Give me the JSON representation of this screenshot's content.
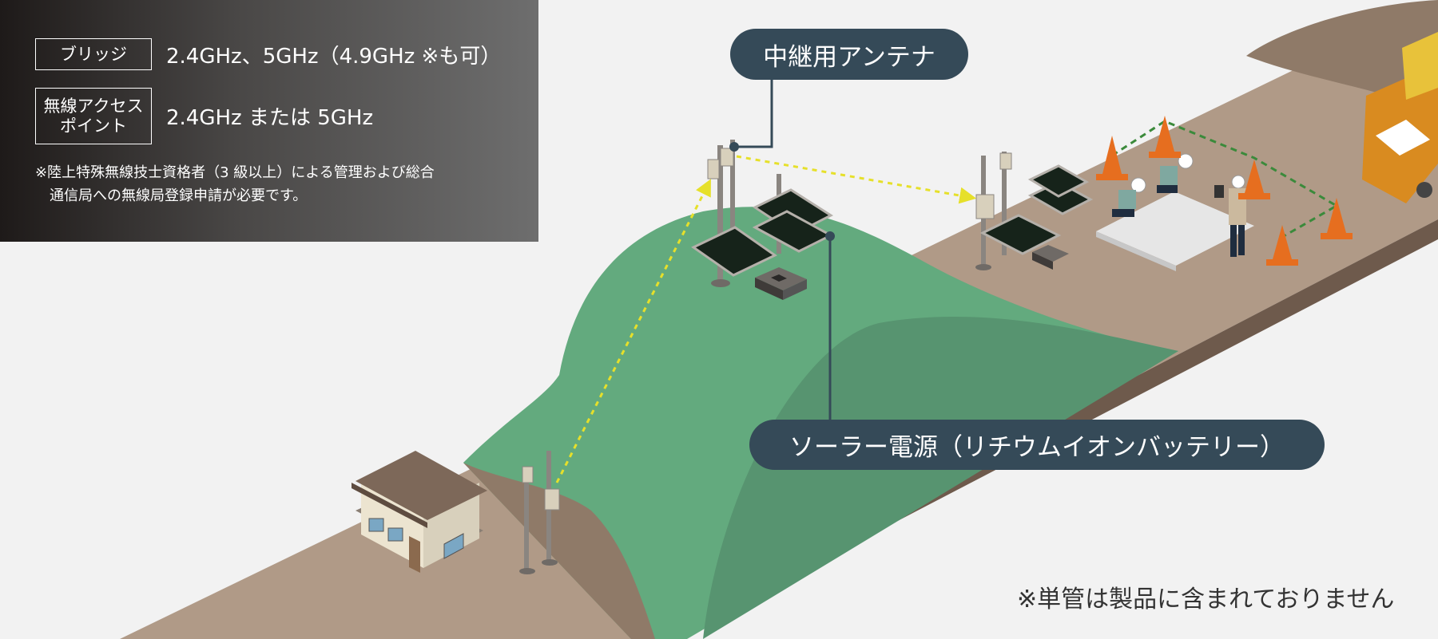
{
  "spec_table": {
    "rows": [
      {
        "label": "ブリッジ",
        "value": "2.4GHz、5GHz（4.9GHz ※も可）"
      },
      {
        "label": "無線アクセス\nポイント",
        "value": "2.4GHz または 5GHz"
      }
    ],
    "note": "※陸上特殊無線技士資格者（3 級以上）による管理および総合\n　通信局への無線局登録申請が必要です。"
  },
  "callouts": {
    "relay_antenna": "中継用アンテナ",
    "solar_power": "ソーラー電源（リチウムイオンバッテリー）"
  },
  "footnote": "※単管は製品に含まれておりません",
  "colors": {
    "background": "#f2f2f2",
    "ground": "#b09a87",
    "ground_side": "#6e5a4c",
    "hill": "#63aa7e",
    "hill_shadow": "#579470",
    "callout": "#354a58",
    "wireless_link": "#e6e02a",
    "cone": "#e66e1f",
    "vehicle": "#d98b20"
  },
  "icons": [
    "site-office-icon",
    "antenna-pole-icon",
    "solar-panel-icon",
    "battery-box-icon",
    "worker-icon",
    "tablet-icon",
    "traffic-cone-icon",
    "truck-icon",
    "wireless-link-arrow-icon"
  ]
}
